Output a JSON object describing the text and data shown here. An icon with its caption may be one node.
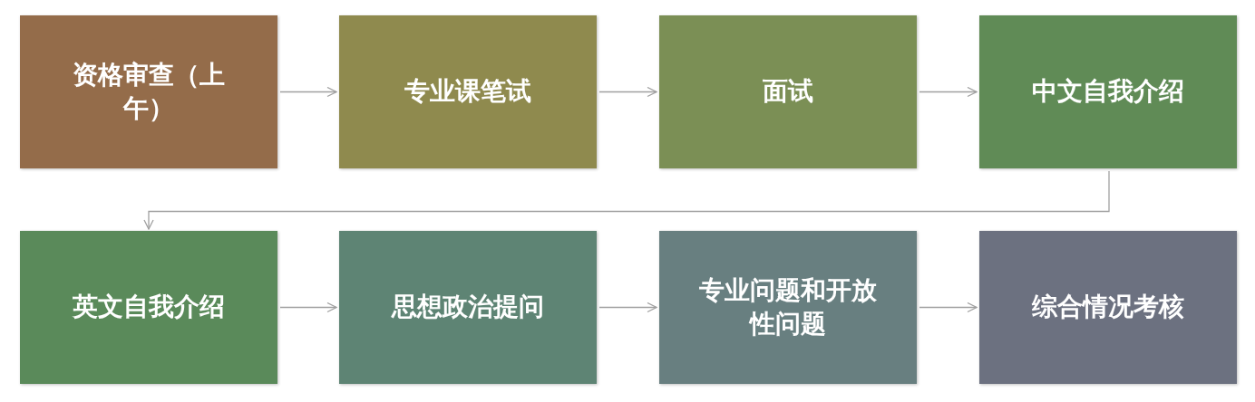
{
  "diagram": {
    "nodes": [
      {
        "text": [
          "资格审查（上午）"
        ]
      },
      {
        "text": [
          "专业课笔试"
        ]
      },
      {
        "text": [
          "面试"
        ]
      },
      {
        "text": [
          "中文自我介绍"
        ]
      },
      {
        "text": [
          "英文自我介绍"
        ]
      },
      {
        "text": [
          "思想政治提问"
        ]
      },
      {
        "text": [
          "专业问题和开放性问题"
        ]
      },
      {
        "text": [
          "综合情况考核"
        ]
      }
    ],
    "edges": [
      {
        "from": 0,
        "to": 1,
        "arrow": "to"
      },
      {
        "from": 1,
        "to": 2,
        "arrow": "to"
      },
      {
        "from": 2,
        "to": 3,
        "arrow": "to"
      },
      {
        "from": 3,
        "to": 4,
        "arrow": "to"
      },
      {
        "from": 4,
        "to": 5,
        "arrow": "to"
      },
      {
        "from": 5,
        "to": 6,
        "arrow": "to"
      },
      {
        "from": 6,
        "to": 7,
        "arrow": "to"
      }
    ]
  }
}
